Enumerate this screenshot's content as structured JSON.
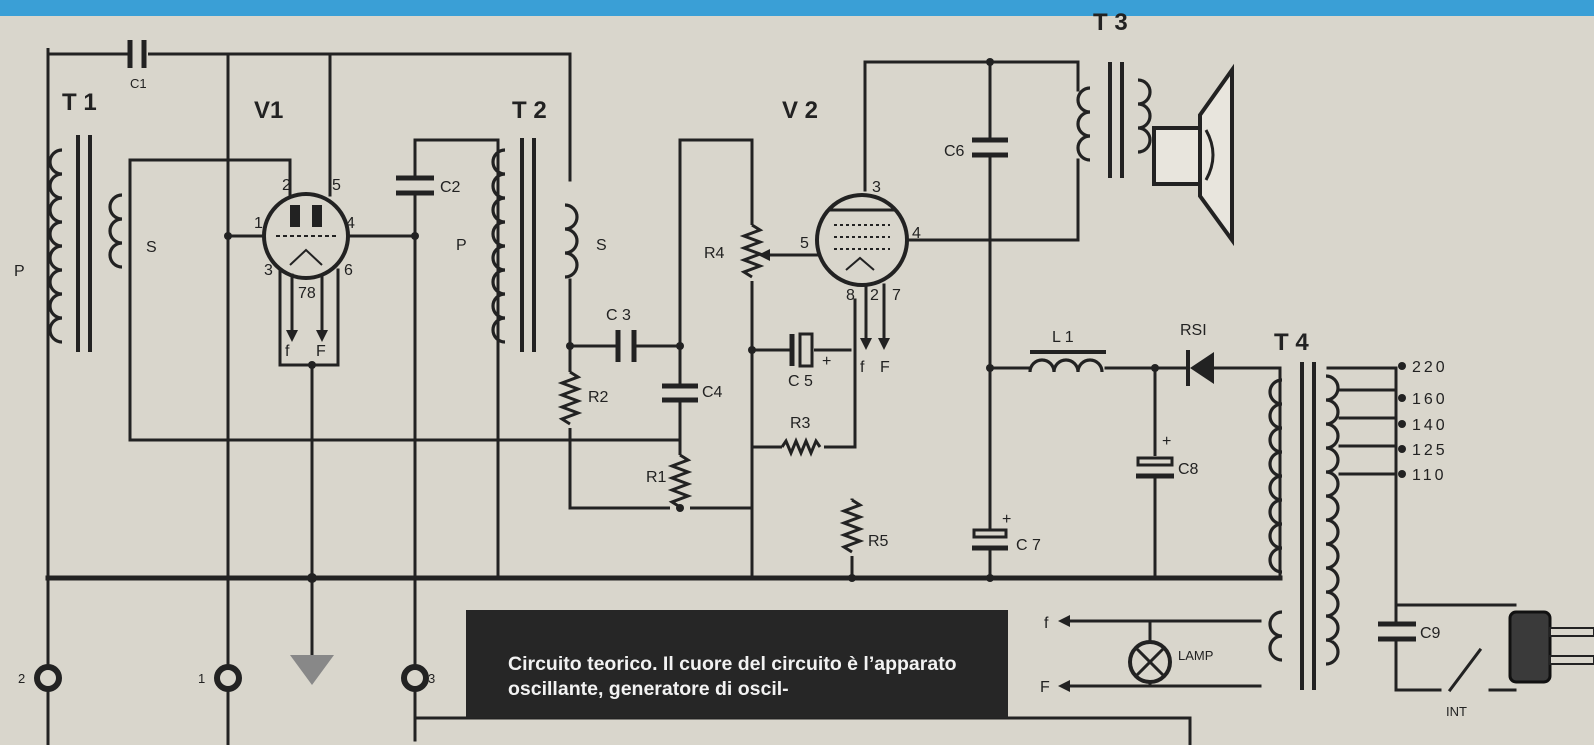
{
  "labels": {
    "T1": "T 1",
    "V1": "V1",
    "T2": "T 2",
    "V2": "V 2",
    "T3": "T 3",
    "T4": "T 4",
    "C1": "C1",
    "C2": "C2",
    "C3": "C 3",
    "C4": "C4",
    "C5": "C 5",
    "C6": "C6",
    "C7": "C 7",
    "C8": "C8",
    "C9": "C9",
    "R1": "R1",
    "R2": "R2",
    "R3": "R3",
    "R4": "R4",
    "R5": "R5",
    "L1": "L 1",
    "RS1": "RSI",
    "LAMP": "LAMP",
    "INT": "INT",
    "T1_P": "P",
    "T1_S": "S",
    "T2_P": "P",
    "T2_S": "S",
    "V1_pins": [
      "2",
      "5",
      "1",
      "4",
      "3",
      "6",
      "78"
    ],
    "V2_pins": [
      "3",
      "5",
      "4",
      "8",
      "2",
      "7"
    ],
    "filament_V1": [
      "f",
      "F"
    ],
    "filament_V2": [
      "f",
      "F"
    ],
    "lamp_leads": [
      "f",
      "F"
    ],
    "plus": "+",
    "taps": [
      "220",
      "160",
      "140",
      "125",
      "110"
    ],
    "terminals": [
      "2",
      "1",
      "3"
    ]
  },
  "caption": "Circuito teorico. Il cuore del circuito è l’apparato oscillante, generatore di oscil-"
}
